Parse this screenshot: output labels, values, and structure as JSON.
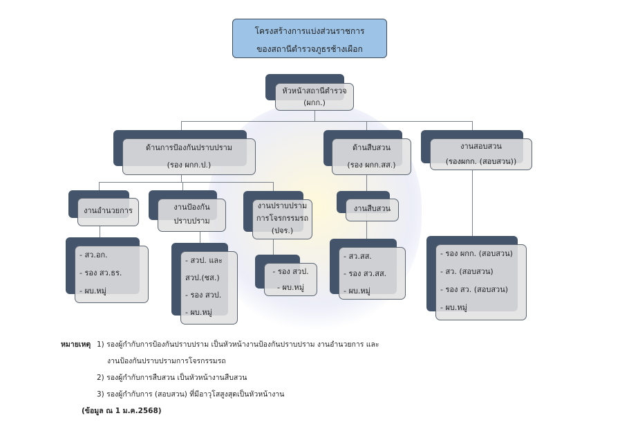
{
  "title": {
    "line1": "โครงสร้างการแบ่งส่วนราชการ",
    "line2": "ของสถานีตำรวจภูธรช้างเผือก"
  },
  "head": {
    "line1": "หัวหน้าสถานีตำรวจ",
    "line2": "(ผกก.)"
  },
  "divisions": [
    {
      "line1": "ด้านการป้องกันปราบปราม",
      "line2": "(รอง ผกก.ป.)"
    },
    {
      "line1": "ด้านสืบสวน",
      "line2": "(รอง ผกก.สส.)"
    },
    {
      "line1": "งานสอบสวน",
      "line2": "(รองผกก. (สอบสวน))"
    }
  ],
  "units": [
    {
      "label": "งานอำนวยการ"
    },
    {
      "line1": "งานป้องกัน",
      "line2": "ปราบปราม"
    },
    {
      "line1": "งานปราบปราม",
      "line2": "การโจรกรรมรถ",
      "line3": "(ปจร.)"
    },
    {
      "label": "งานสืบสวน"
    }
  ],
  "staff": [
    [
      "- สว.อก.",
      "- รอง สว.ธร.",
      "- ผบ.หมู่"
    ],
    [
      "- สวป. และ",
      "สวป.(ชส.)",
      "- รอง สวป.",
      "- ผบ.หมู่"
    ],
    [
      "- รอง สวป.",
      "- ผบ.หมู่"
    ],
    [
      "- สว.สส.",
      "- รอง สว.สส.",
      "- ผบ.หมู่"
    ],
    [
      "- รอง ผกก. (สอบสวน)",
      "- สว. (สอบสวน)",
      "- รอง สว. (สอบสวน)",
      "- ผบ.หมู่"
    ]
  ],
  "notes": {
    "label": "หมายเหตุ",
    "n1a": "1) รองผู้กำกับการป้องกันปราบปราม เป็นหัวหน้างานป้องกันปราบปราม งานอำนวยการ และ",
    "n1b": "งานป้องกันปราบปรามการโจรกรรมรถ",
    "n2": "2) รองผู้กำกับการสืบสวน เป็นหัวหน้างานสืบสวน",
    "n3": "3) รองผู้กำกับการ (สอบสวน) ที่มีอาวุโสสูงสุดเป็นหัวหน้างาน",
    "date": "(ข้อมูล ณ 1 ม.ค.2568)"
  },
  "colors": {
    "title_fill": "#9dc3e6",
    "shadow": "#44546a",
    "box": "#e1e1e1"
  }
}
